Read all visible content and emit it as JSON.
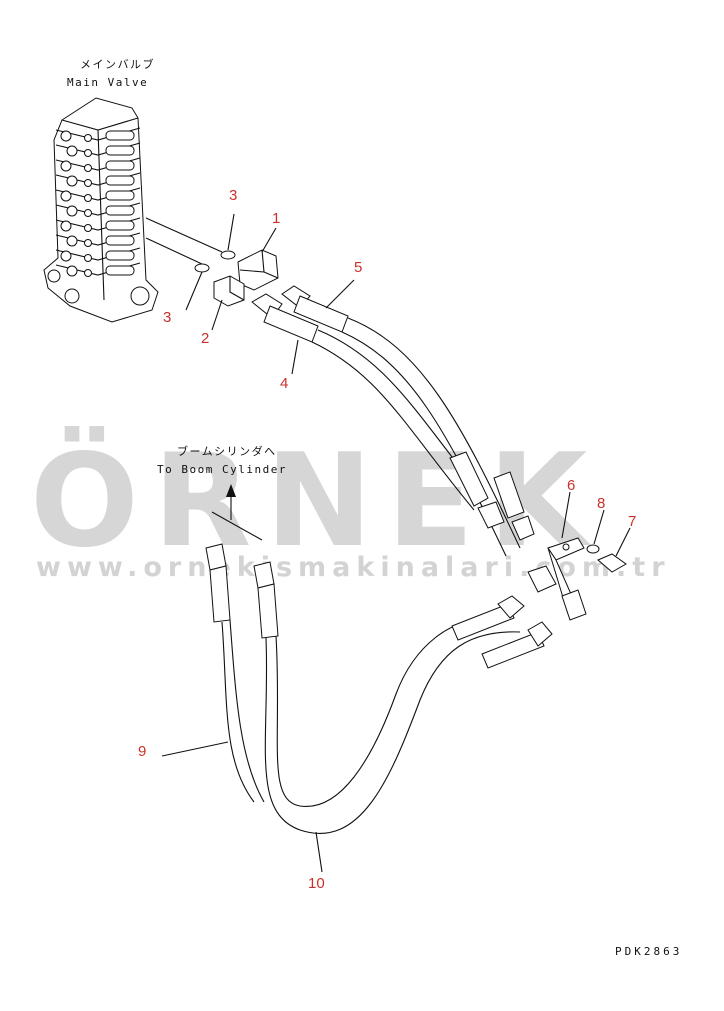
{
  "captions": {
    "main_valve_jp": "メインバルブ",
    "main_valve_en": "Main Valve",
    "boom_cylinder_jp": "ブームシリンダへ",
    "boom_cylinder_en": "To Boom Cylinder"
  },
  "drawing_code": "PDK2863",
  "watermark": {
    "brand": "ÖRNEK",
    "url": "www.ornekismakinalari.com.tr",
    "accent_color": "#f2c200",
    "text_color": "#c9c9c9"
  },
  "part_labels": [
    {
      "id": "label-1",
      "text": "1"
    },
    {
      "id": "label-2",
      "text": "2"
    },
    {
      "id": "label-3a",
      "text": "3"
    },
    {
      "id": "label-3b",
      "text": "3"
    },
    {
      "id": "label-4",
      "text": "4"
    },
    {
      "id": "label-5",
      "text": "5"
    },
    {
      "id": "label-6",
      "text": "6"
    },
    {
      "id": "label-7",
      "text": "7"
    },
    {
      "id": "label-8",
      "text": "8"
    },
    {
      "id": "label-9",
      "text": "9"
    },
    {
      "id": "label-10",
      "text": "10"
    }
  ],
  "label_color": "#c8322c"
}
